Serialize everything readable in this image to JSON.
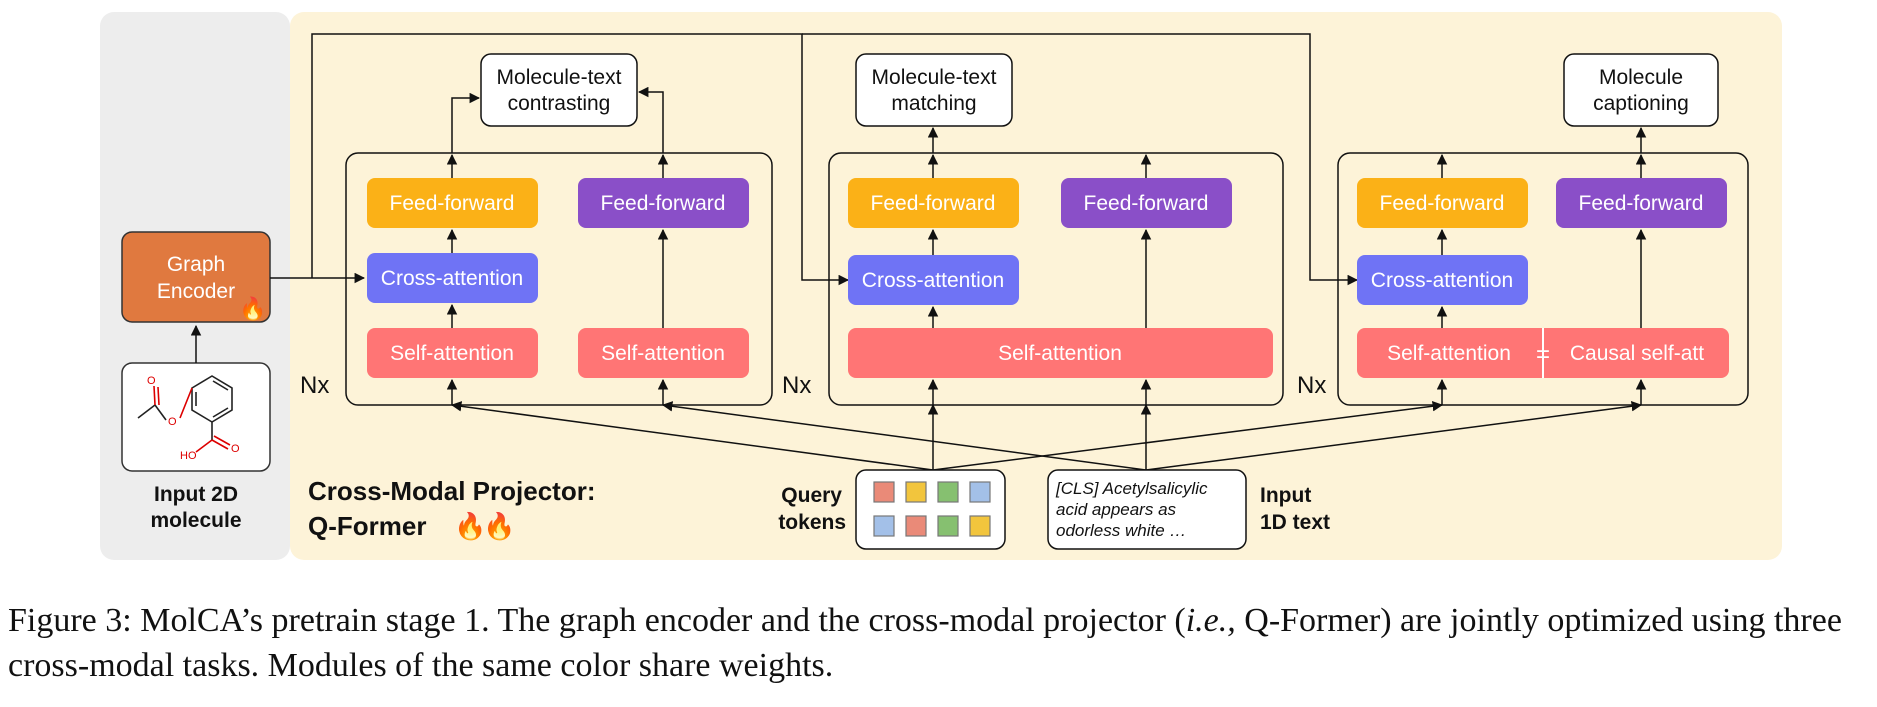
{
  "left_panel": {
    "graph_encoder": [
      "Graph",
      "Encoder"
    ],
    "input_label": [
      "Input 2D",
      "molecule"
    ]
  },
  "projector_title": [
    "Cross-Modal Projector:",
    "Q-Former"
  ],
  "nx_label": "Nx",
  "tasks": {
    "contrasting": [
      "Molecule-text",
      "contrasting"
    ],
    "matching": [
      "Molecule-text",
      "matching"
    ],
    "captioning": [
      "Molecule",
      "captioning"
    ]
  },
  "modules": {
    "feed_forward": "Feed-forward",
    "cross_attention": "Cross-attention",
    "self_attention": "Self-attention",
    "causal_self_att": "Causal self-att",
    "equals_sign": "="
  },
  "query_tokens_label": [
    "Query",
    "tokens"
  ],
  "input_text_label": [
    "Input",
    "1D text"
  ],
  "text_input_box": [
    "[CLS] Acetylsalicylic",
    "acid appears as",
    "odorless white …"
  ],
  "molecule_atoms": [
    "O",
    "O",
    "HO",
    "O"
  ],
  "colors": {
    "orange": "#fbb117",
    "purple": "#8a4fc8",
    "blue": "#6f73f5",
    "red": "#ff7575",
    "encoder": "#e0793f",
    "panel_yellow": "#fdf3d8",
    "panel_gray": "#ededed"
  },
  "caption": {
    "prefix": "Figure 3: MolCA’s pretrain stage 1. The graph encoder and the cross-modal projector (",
    "italic": "i.e.,",
    "suffix": " Q-Former) are jointly optimized using three cross-modal tasks. Modules of the same color share weights."
  }
}
